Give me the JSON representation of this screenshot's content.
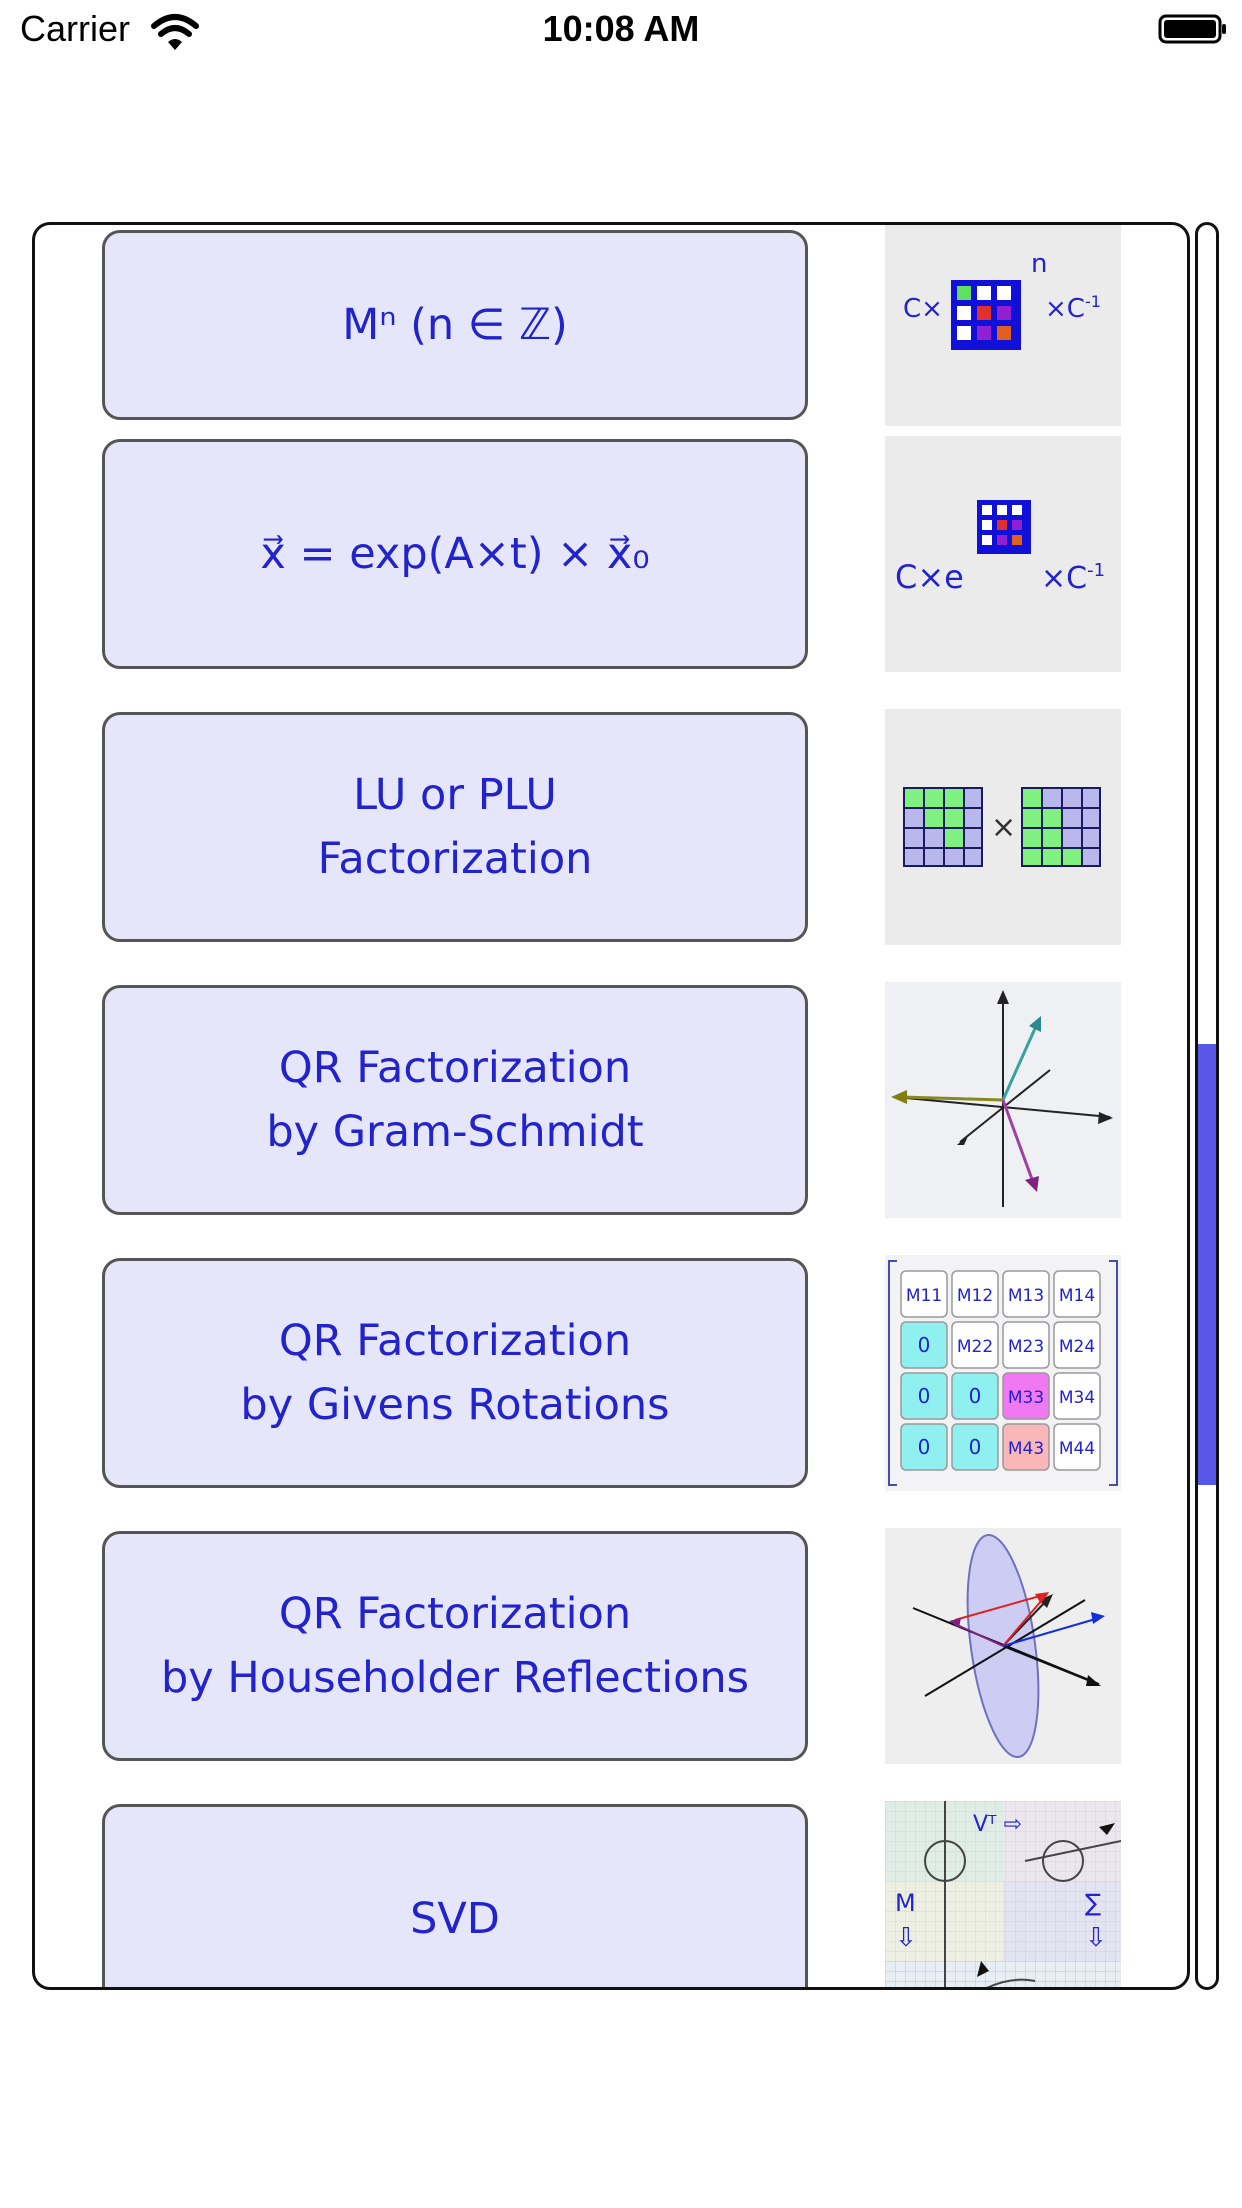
{
  "status_bar": {
    "carrier": "Carrier",
    "time": "10:08 AM"
  },
  "list": {
    "items": [
      {
        "label": "Mⁿ (n ∈ ℤ)",
        "icon": "matrix-power-icon"
      },
      {
        "label": "x⃗ = exp(A×t) × x⃗₀",
        "icon": "matrix-exponential-icon"
      },
      {
        "label": "LU or PLU\nFactorization",
        "icon": "lu-factorization-icon"
      },
      {
        "label": "QR Factorization\nby Gram-Schmidt",
        "icon": "gram-schmidt-vectors-icon"
      },
      {
        "label": "QR Factorization\nby Givens Rotations",
        "icon": "givens-matrix-icon"
      },
      {
        "label": "QR Factorization\nby Householder Reflections",
        "icon": "householder-reflection-icon"
      },
      {
        "label": "SVD",
        "icon": "svd-diagram-icon"
      }
    ],
    "matrix_icon_text": {
      "c_times": "C×",
      "n": "n",
      "times_c_inv": "×C",
      "inv_sup": "-1",
      "c_times_e": "C×e",
      "times": "×"
    },
    "givens_cells": [
      [
        "M11",
        "M12",
        "M13",
        "M14"
      ],
      [
        "0",
        "M22",
        "M23",
        "M24"
      ],
      [
        "0",
        "0",
        "M33",
        "M34"
      ],
      [
        "0",
        "0",
        "M43",
        "M44"
      ]
    ],
    "svd_text": {
      "vt": "Vᵀ ⇨",
      "m": "M",
      "sigma": "∑",
      "down1": "⇩",
      "down2": "⇩"
    }
  },
  "scrollbar": {
    "position_fraction": 0.62,
    "visible_fraction": 0.25
  }
}
